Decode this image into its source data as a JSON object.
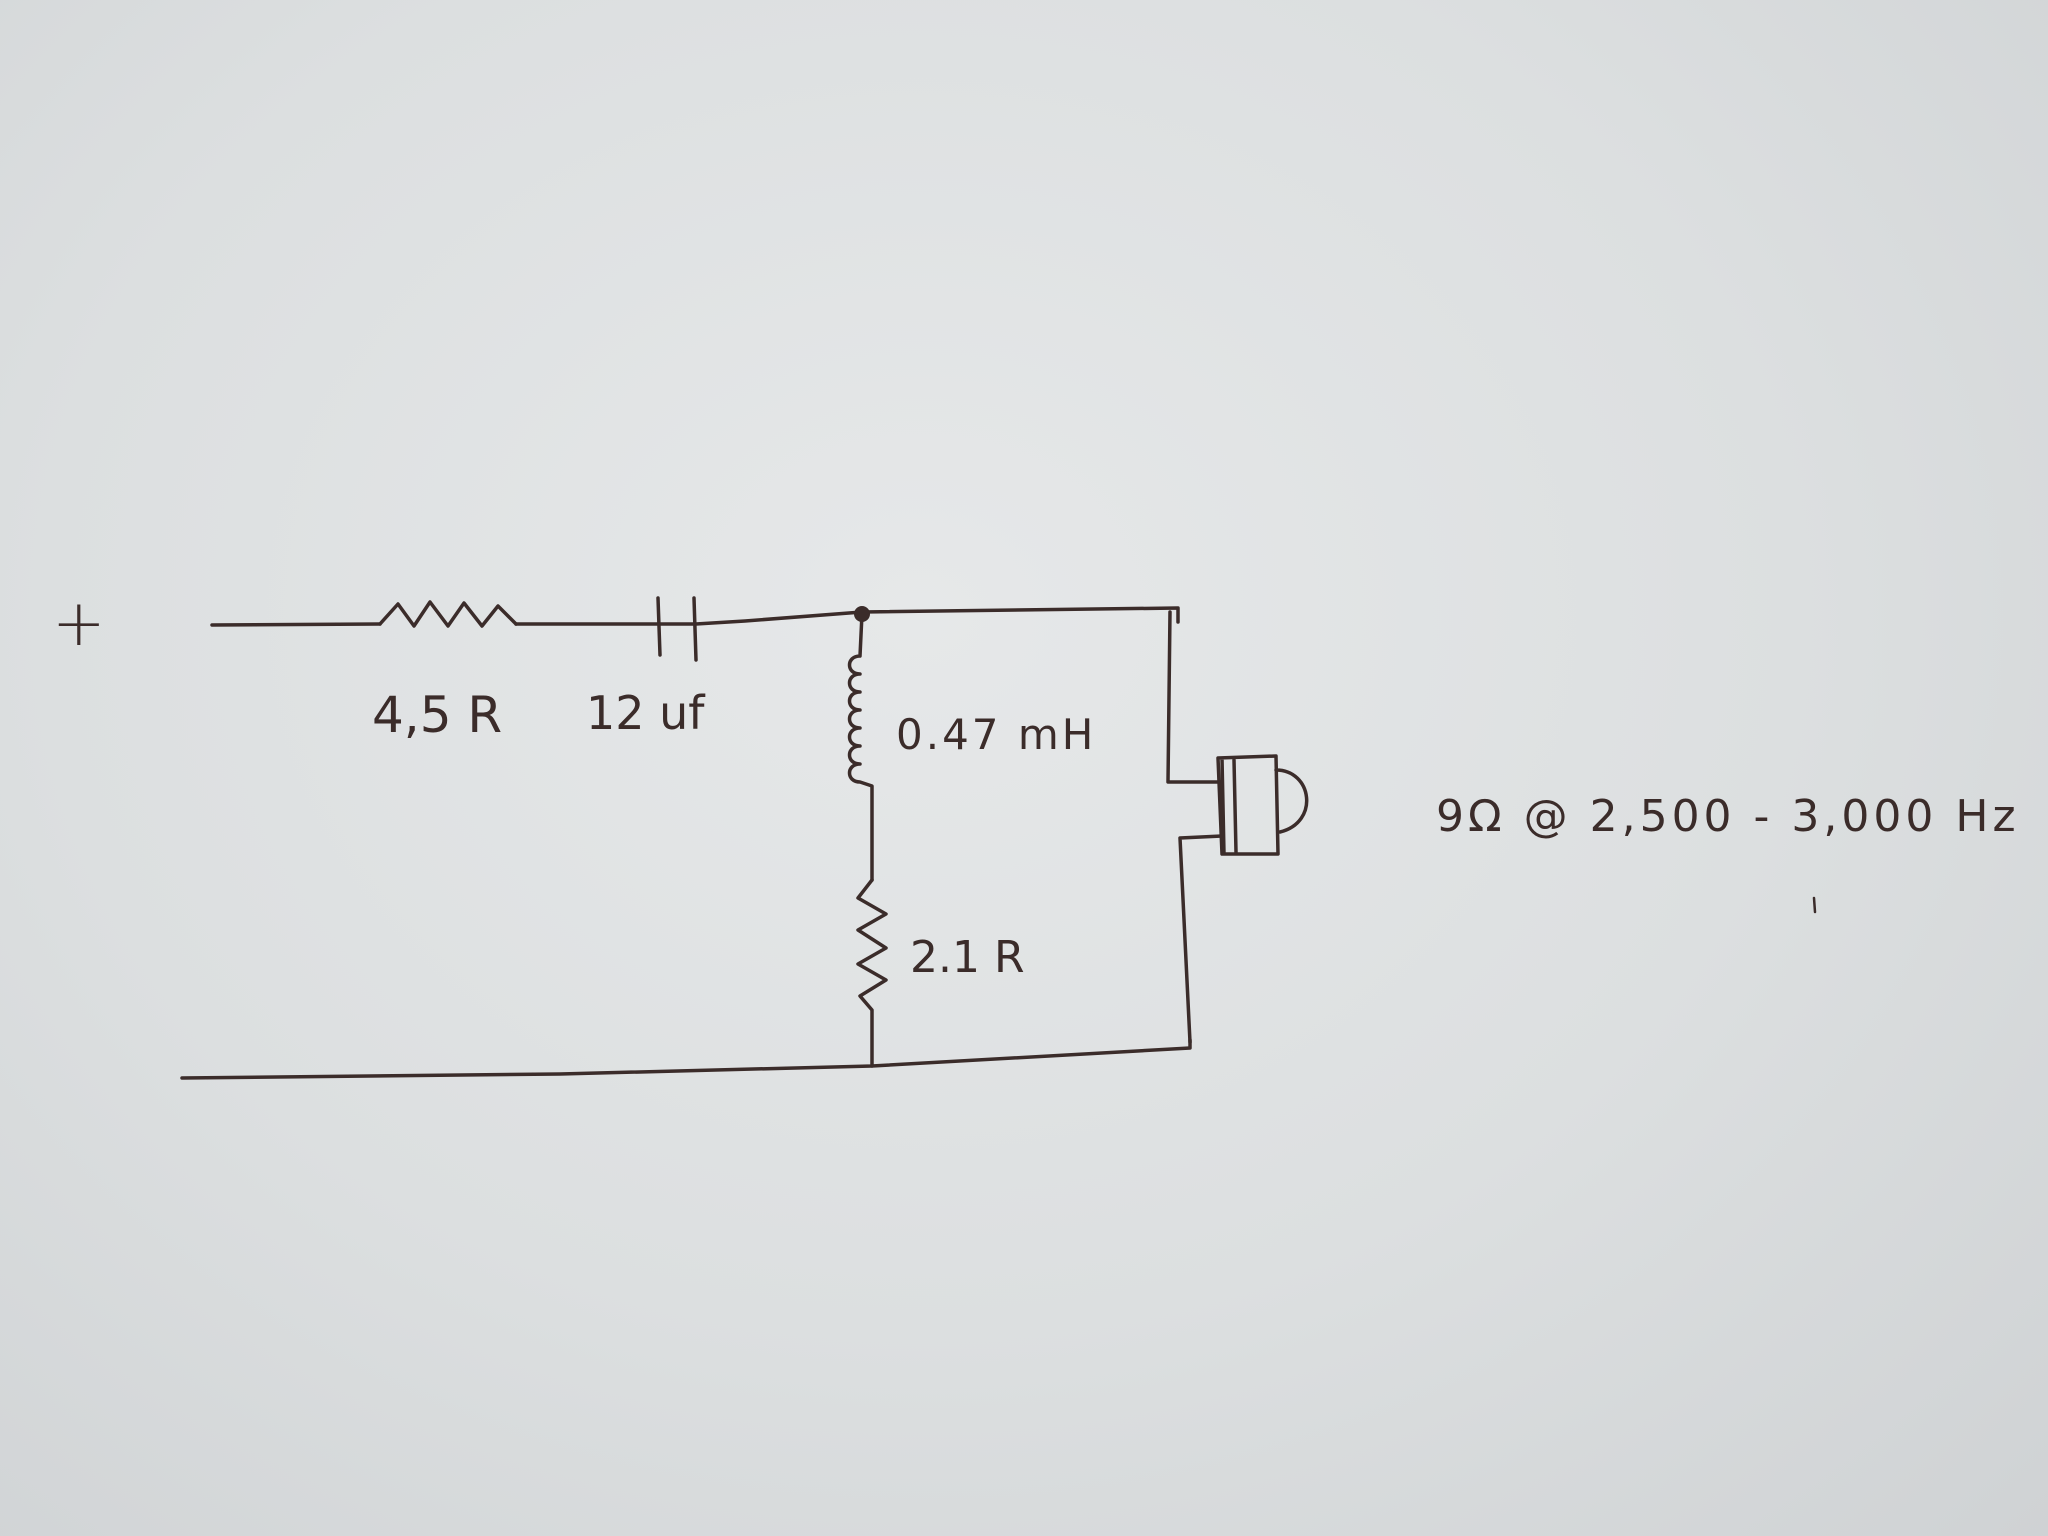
{
  "diagram": {
    "terminal_positive": "+",
    "components": {
      "series_resistor": "4,5 R",
      "series_capacitor": "12 uf",
      "shunt_inductor": "0.47 mH",
      "shunt_resistor": "2.1 R"
    },
    "load_note": "9Ω @ 2,500 - 3,000 Hz",
    "ink_color": "#3b2c2a",
    "paper_color": "#dcdfe0"
  }
}
